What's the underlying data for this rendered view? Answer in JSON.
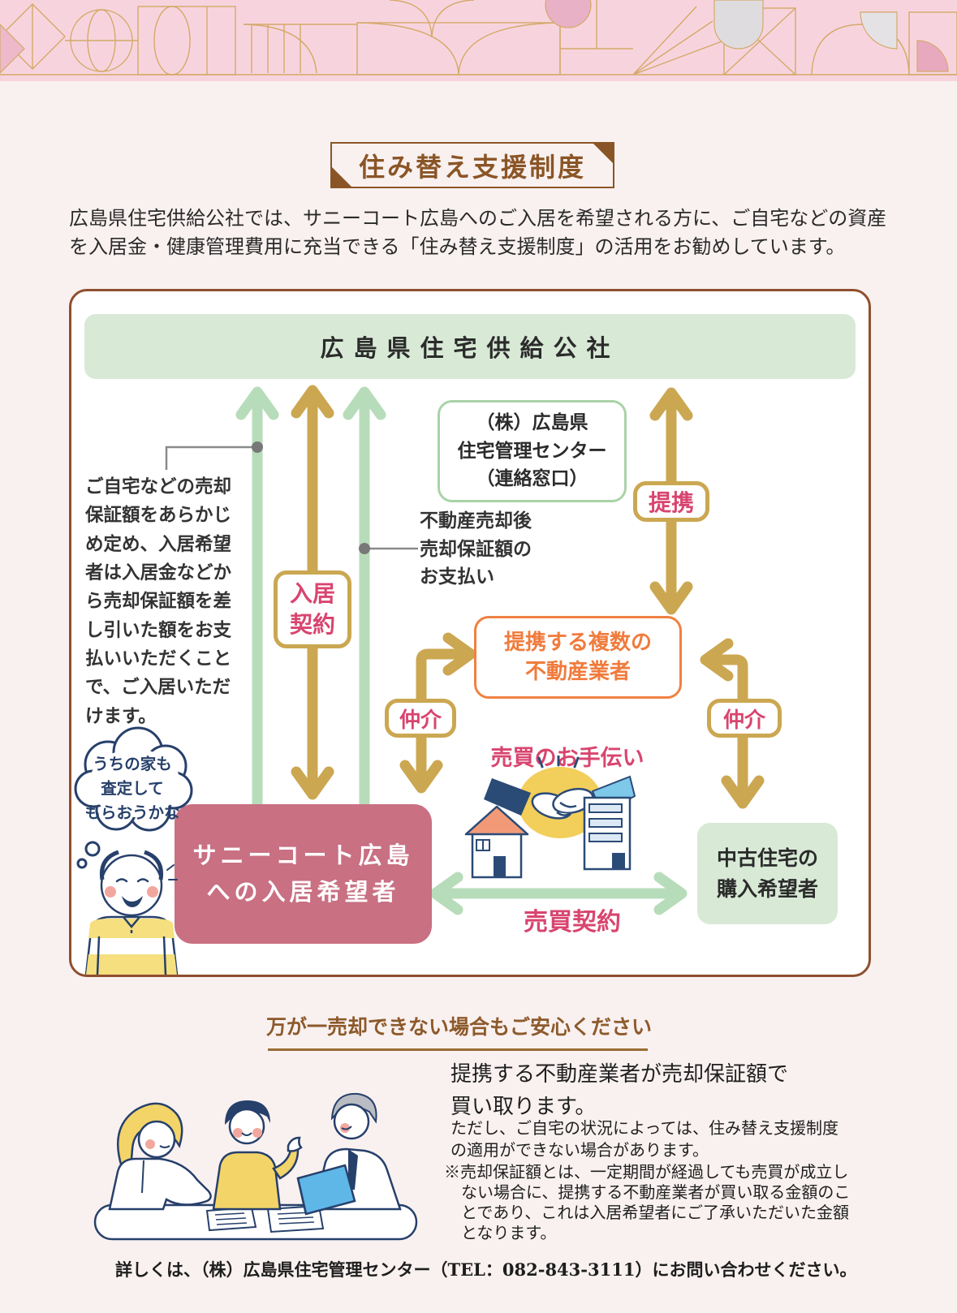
{
  "colors": {
    "page_bg": "#F9F1F0",
    "banner_pink": "#F7D4DD",
    "banner_gold": "#D4A96A",
    "brown_accent": "#8A5526",
    "diagram_border": "#8F4F2E",
    "green_box_bg": "#D8EAD6",
    "green_arrow": "#B7DCBA",
    "gold_arrow": "#CBA751",
    "pink_label_text": "#D8456F",
    "pink_box_bg": "#C97083",
    "orange_accent": "#F08142",
    "navy_illustration": "#2B4B77"
  },
  "title_badge": {
    "label": "住み替え支援制度"
  },
  "intro": {
    "text": "広島県住宅供給公社では、サニーコート広島へのご入居を希望される方に、ご自宅などの資産を入居金・健康管理費用に充当できる「住み替え支援制度」の活用をお勧めしています。"
  },
  "diagram": {
    "corporation": "広島県住宅供給公社",
    "management_center": "（株）広島県\n住宅管理センター\n（連絡窓口）",
    "partnership_label": "提携",
    "tenancy_contract_label": "入居\n契約",
    "sale_guarantee_note": "ご自宅などの売却保証額をあらかじめ定め、入居希望者は入居金などから売却保証額を差し引いた額をお支払いいただくことで、ご入居いただけます。",
    "payment_note": "不動産売却後\n売却保証額の\nお支払い",
    "realtors": "提携する複数の\n不動産業者",
    "brokerage_left_label": "仲介",
    "brokerage_right_label": "仲介",
    "sale_help_label": "売買のお手伝い",
    "sale_contract_label": "売買契約",
    "applicant": "サニーコート広島\nへの入居希望者",
    "buyer": "中古住宅の\n購入希望者",
    "speech_bubble": "うちの家も\n査定して\nもらおうかな"
  },
  "assurance": {
    "heading": "万が一売却できない場合もご安心ください",
    "statement": "提携する不動産業者が売却保証額で\n買い取ります。",
    "caveat": "ただし、ご自宅の状況によっては、住み替え支援制度\nの適用ができない場合があります。",
    "note_lines": [
      "※売却保証額とは、一定期間が経過しても売買が成立し",
      "ない場合に、提携する不動産業者が買い取る金額のこ",
      "とであり、これは入居希望者にご了承いただいた金額",
      "となります。"
    ],
    "footer": "詳しくは、（株）広島県住宅管理センター（TEL：082-843-3111）にお問い合わせください。"
  }
}
